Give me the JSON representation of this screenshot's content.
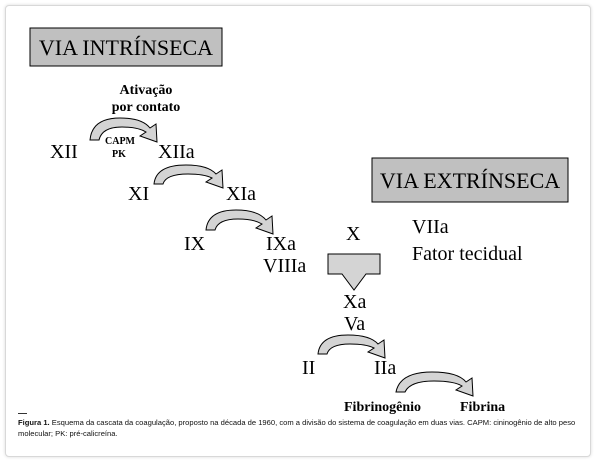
{
  "boxes": {
    "intrinsic": "VIA INTRÍNSECA",
    "extrinsic": "VIA EXTRÍNSECA"
  },
  "labels": {
    "activation_line1": "Ativação",
    "activation_line2": "por contato",
    "xii": "XII",
    "capm": "CAPM",
    "pk": "PK",
    "xiia": "XIIa",
    "xi": "XI",
    "xia": "XIa",
    "ix": "IX",
    "ixa": "IXa",
    "viiia": "VIIIa",
    "x": "X",
    "viia": "VIIa",
    "tissue_factor": "Fator tecidual",
    "xa": "Xa",
    "va": "Va",
    "ii": "II",
    "iia": "IIa",
    "fibrinogen": "Fibrinogênio",
    "fibrin": "Fibrina"
  },
  "caption": {
    "prefix": "Figura 1.",
    "text": " Esquema da cascata da coagulação, proposto na década de 1960, com a divisão do sistema de coagulação em duas vias. CAPM: cininogênio de alto peso molecular; PK: pré-calicreína."
  },
  "colors": {
    "box_fill": "#c0c0c0",
    "arrow_fill": "#d4d4d4",
    "stroke": "#000000"
  }
}
